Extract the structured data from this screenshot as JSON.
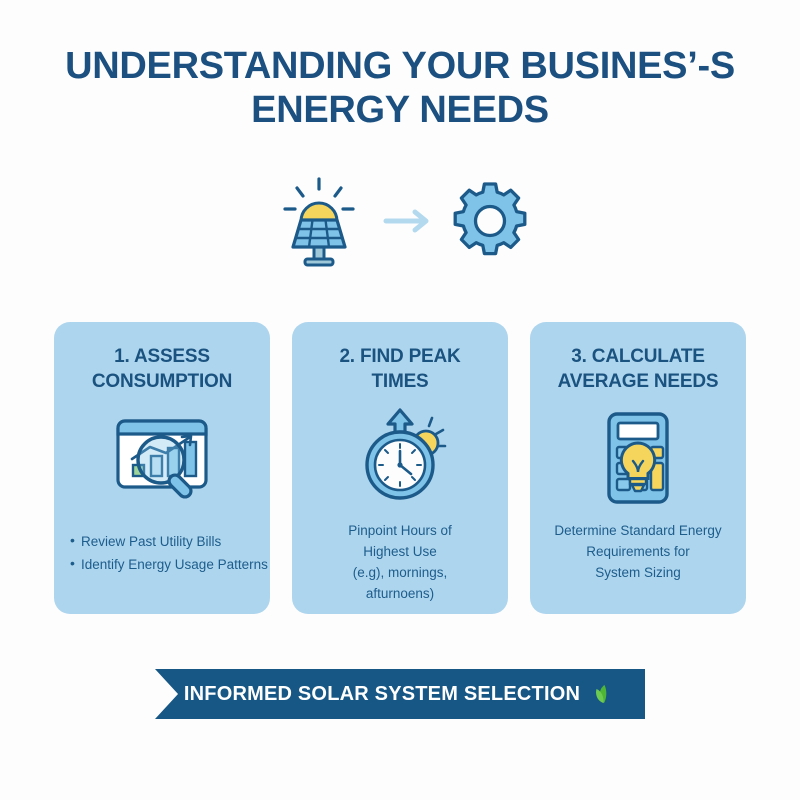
{
  "page": {
    "background_color": "#fdfdfd",
    "title_color": "#1b5081",
    "card_background_color": "#aed5ee",
    "card_title_color": "#1b5380",
    "body_text_color": "#1d5d8c",
    "banner_color": "#165785",
    "accent_yellow": "#f5d55c",
    "accent_green": "#57bd3c",
    "icon_blue": "#7fc3e8",
    "icon_outline": "#1c5a8a"
  },
  "title": {
    "line1": "UNDERSTANDING YOUR BUSINES’-S",
    "line2": "ENERGY NEEDS"
  },
  "hero": {
    "solar_panel_icon": "solar-panel-sun-icon",
    "arrow_icon": "right-arrow-icon",
    "gear_icon": "gear-icon"
  },
  "cards": [
    {
      "title": "1. ASSESS\nCONSUMPTION",
      "title_line1": "1. ASSESS",
      "title_line2": "CONSUMPTION",
      "icon": "chart-magnifier-icon",
      "body_type": "bullets",
      "bullets": [
        "Review Past Utility Bills",
        "Identify Energy Usage Patterns"
      ]
    },
    {
      "title": "2. FIND PEAK\nTIMES",
      "title_line1": "2. FIND PEAK",
      "title_line2": "TIMES",
      "icon": "stopwatch-sun-icon",
      "body_type": "paragraph",
      "paragraph_line1": "Pinpoint Hours of",
      "paragraph_line2": "Highest Use",
      "paragraph_line3": "(e.g), mornings,",
      "paragraph_line4": "afturnoens)"
    },
    {
      "title": "3. CALCULATE\nAVERAGE NEEDS",
      "title_line1": "3. CALCULATE",
      "title_line2": "AVERAGE NEEDS",
      "icon": "calculator-lightbulb-icon",
      "body_type": "paragraph",
      "paragraph_line1": "Determine Standard Energy",
      "paragraph_line2": "Requirements for",
      "paragraph_line3": "System Sizing"
    }
  ],
  "banner": {
    "label": "INFORMED SOLAR SYSTEM SELECTION",
    "icon": "leaf-icon"
  }
}
